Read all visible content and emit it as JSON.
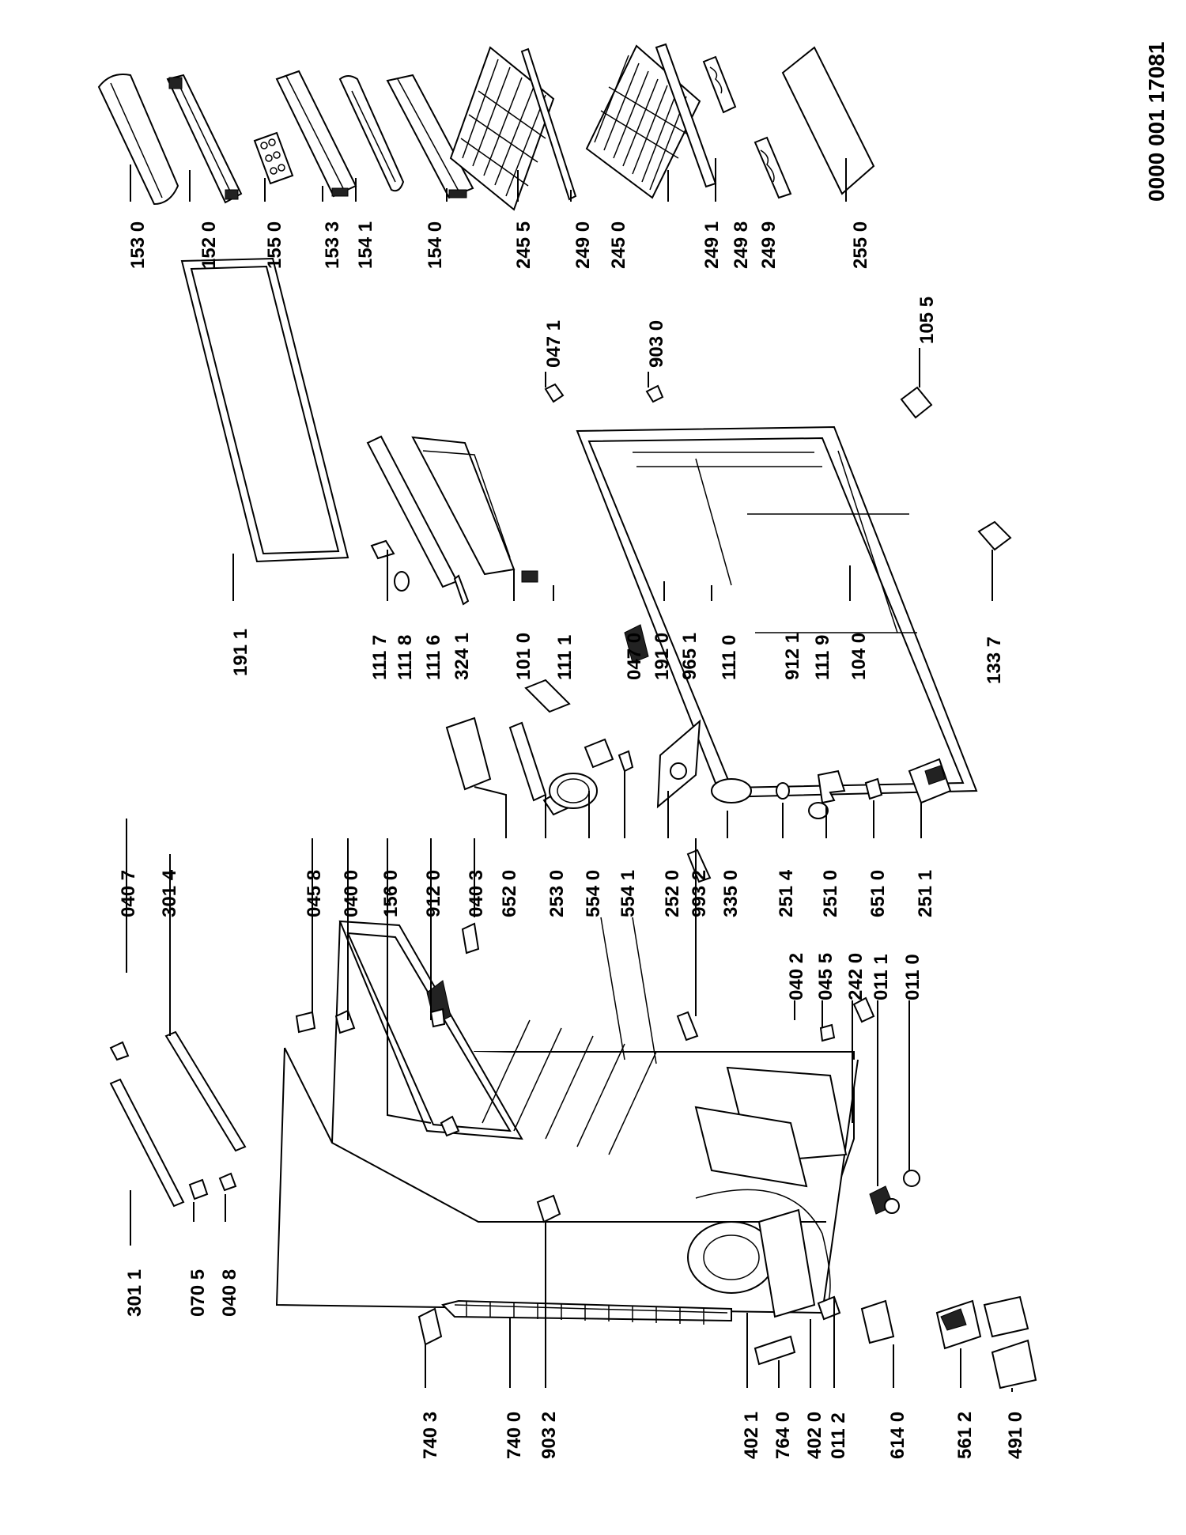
{
  "document_number": "0000 001 17081",
  "parts": [
    {
      "id": "p1530",
      "label": "153 0"
    },
    {
      "id": "p1520",
      "label": "152 0"
    },
    {
      "id": "p1550",
      "label": "155 0"
    },
    {
      "id": "p1533",
      "label": "153 3"
    },
    {
      "id": "p1541",
      "label": "154 1"
    },
    {
      "id": "p1540",
      "label": "154 0"
    },
    {
      "id": "p2455",
      "label": "245 5"
    },
    {
      "id": "p0471",
      "label": "047 1"
    },
    {
      "id": "p2490",
      "label": "249 0"
    },
    {
      "id": "p2450",
      "label": "245 0"
    },
    {
      "id": "p9030",
      "label": "903 0"
    },
    {
      "id": "p2491",
      "label": "249 1"
    },
    {
      "id": "p2498",
      "label": "249 8"
    },
    {
      "id": "p2499",
      "label": "249 9"
    },
    {
      "id": "p2550",
      "label": "255 0"
    },
    {
      "id": "p1055",
      "label": "105 5"
    },
    {
      "id": "p1911",
      "label": "191 1"
    },
    {
      "id": "p1117",
      "label": "111 7"
    },
    {
      "id": "p1118",
      "label": "111 8"
    },
    {
      "id": "p1116",
      "label": "111 6"
    },
    {
      "id": "p3241",
      "label": "324 1"
    },
    {
      "id": "p1010",
      "label": "101 0"
    },
    {
      "id": "p1111",
      "label": "111 1"
    },
    {
      "id": "p0470",
      "label": "047 0"
    },
    {
      "id": "p1910",
      "label": "191 0"
    },
    {
      "id": "p9651",
      "label": "965 1"
    },
    {
      "id": "p1110",
      "label": "111 0"
    },
    {
      "id": "p9121",
      "label": "912 1"
    },
    {
      "id": "p1119",
      "label": "111 9"
    },
    {
      "id": "p1040",
      "label": "104 0"
    },
    {
      "id": "p1337",
      "label": "133 7"
    },
    {
      "id": "p0407",
      "label": "040 7"
    },
    {
      "id": "p3014",
      "label": "301 4"
    },
    {
      "id": "p0458",
      "label": "045 8"
    },
    {
      "id": "p0400",
      "label": "040 0"
    },
    {
      "id": "p1560",
      "label": "156 0"
    },
    {
      "id": "p9120",
      "label": "912 0"
    },
    {
      "id": "p0403",
      "label": "040 3"
    },
    {
      "id": "p6520",
      "label": "652 0"
    },
    {
      "id": "p2530",
      "label": "253 0"
    },
    {
      "id": "p5540",
      "label": "554 0"
    },
    {
      "id": "p5541",
      "label": "554 1"
    },
    {
      "id": "p2520",
      "label": "252 0"
    },
    {
      "id": "p9932",
      "label": "993 2"
    },
    {
      "id": "p3350",
      "label": "335 0"
    },
    {
      "id": "p2514",
      "label": "251 4"
    },
    {
      "id": "p2510",
      "label": "251 0"
    },
    {
      "id": "p6510",
      "label": "651 0"
    },
    {
      "id": "p2511",
      "label": "251 1"
    },
    {
      "id": "p0402",
      "label": "040 2"
    },
    {
      "id": "p0455",
      "label": "045 5"
    },
    {
      "id": "p2420",
      "label": "242 0"
    },
    {
      "id": "p0111",
      "label": "011 1"
    },
    {
      "id": "p0110",
      "label": "011 0"
    },
    {
      "id": "p3011",
      "label": "301 1"
    },
    {
      "id": "p0705",
      "label": "070 5"
    },
    {
      "id": "p0408",
      "label": "040 8"
    },
    {
      "id": "p7403",
      "label": "740 3"
    },
    {
      "id": "p7400",
      "label": "740 0"
    },
    {
      "id": "p9032",
      "label": "903 2"
    },
    {
      "id": "p4021",
      "label": "402 1"
    },
    {
      "id": "p7640",
      "label": "764 0"
    },
    {
      "id": "p4020",
      "label": "402 0"
    },
    {
      "id": "p0112",
      "label": "011 2"
    },
    {
      "id": "p6140",
      "label": "614 0"
    },
    {
      "id": "p5612",
      "label": "561 2"
    },
    {
      "id": "p4910",
      "label": "491 0"
    }
  ]
}
